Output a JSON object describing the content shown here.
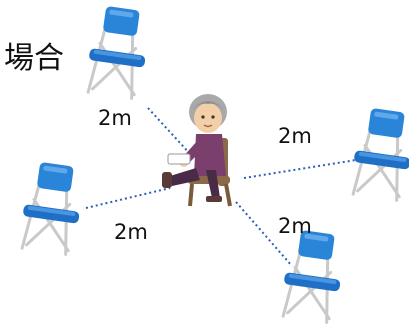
{
  "heading": "場合",
  "distance_labels": {
    "upper_left": "2m",
    "right": "2m",
    "lower_left": "2m",
    "lower_right": "2m"
  },
  "colors": {
    "chair_seat": "#1f6fc7",
    "chair_back": "#2a84d8",
    "chair_frame": "#c9c9c9",
    "dotted_line": "#2a5fb5",
    "person_shirt": "#7b3f6e",
    "person_pants": "#4a2b47",
    "person_hair": "#a9a9a9",
    "center_chair": "#8a6a48"
  },
  "icons": [
    "folding-chair-icon",
    "seated-elderly-person-icon"
  ]
}
